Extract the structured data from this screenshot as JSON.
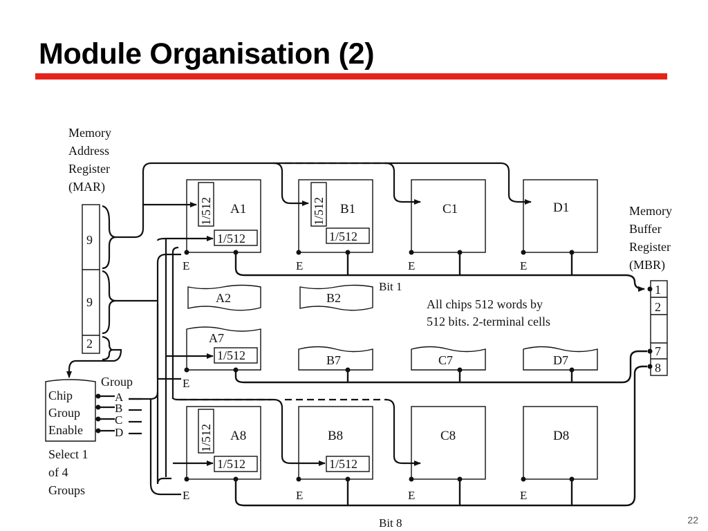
{
  "slide": {
    "title": "Module Organisation (2)",
    "page_number": "22"
  },
  "mar": {
    "label_lines": [
      "Memory",
      "Address",
      "Register",
      "(MAR)"
    ],
    "fields": [
      "9",
      "9",
      "2"
    ]
  },
  "mbr": {
    "label_lines": [
      "Memory",
      "Buffer",
      "Register",
      "(MBR)"
    ],
    "bits": [
      "1",
      "2",
      "7",
      "8"
    ]
  },
  "chip_group_enable": {
    "box_lines": [
      "Chip",
      "Group",
      "Enable"
    ],
    "group_label": "Group",
    "groups": [
      "A",
      "B",
      "C",
      "D"
    ],
    "select_lines": [
      "Select 1",
      "of 4",
      "Groups"
    ]
  },
  "decoder_label": "1/512",
  "enable_label": "E",
  "chips": {
    "A1": "A1",
    "B1": "B1",
    "C1": "C1",
    "D1": "D1",
    "A2": "A2",
    "B2": "B2",
    "A7": "A7",
    "B7": "B7",
    "C7": "C7",
    "D7": "D7",
    "A8": "A8",
    "B8": "B8",
    "C8": "C8",
    "D8": "D8"
  },
  "bit_labels": {
    "bit1": "Bit 1",
    "bit8": "Bit 8"
  },
  "note_lines": [
    "All chips 512 words by",
    "512 bits. 2-terminal cells"
  ]
}
